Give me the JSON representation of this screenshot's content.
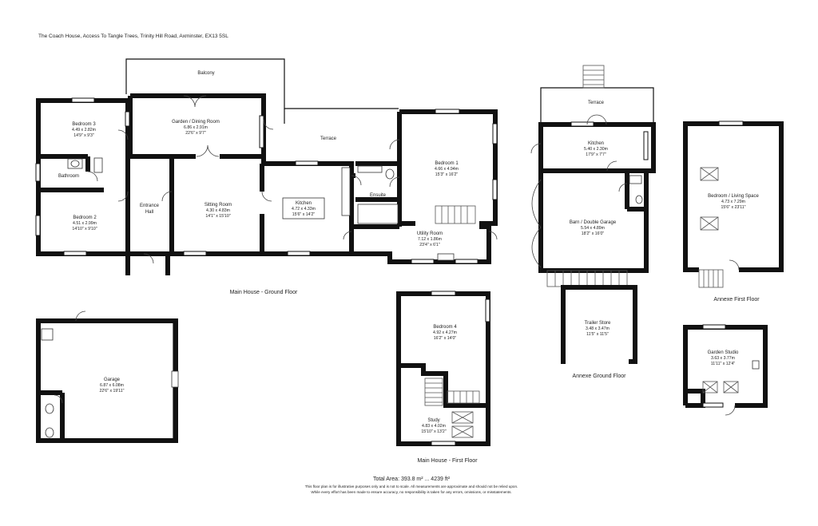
{
  "header": {
    "address": "The Coach House, Access To Tangle Trees, Trinity Hill Road, Axminster, EX13 5SL"
  },
  "floors": {
    "main_ground": "Main House - Ground Floor",
    "main_first": "Main House - First Floor",
    "annexe_ground": "Annexe Ground Floor",
    "annexe_first": "Annexe First Floor"
  },
  "rooms": {
    "balcony": {
      "name": "Balcony"
    },
    "terrace_main": {
      "name": "Terrace"
    },
    "bedroom3": {
      "name": "Bedroom 3",
      "metric": "4.49 x 2.82m",
      "imperial": "14'9\" x 9'3\""
    },
    "garden_dining": {
      "name": "Garden / Dining Room",
      "metric": "6.86 x 2.91m",
      "imperial": "22'6\" x 9'7\""
    },
    "bathroom": {
      "name": "Bathroom"
    },
    "bedroom2": {
      "name": "Bedroom 2",
      "metric": "4.51 x 2.99m",
      "imperial": "14'10\" x 9'10\""
    },
    "entrance_hall": {
      "line1": "Entrance",
      "line2": "Hall"
    },
    "sitting_room": {
      "name": "Sitting Room",
      "metric": "4.30 x 4.83m",
      "imperial": "14'1\" x 15'10\""
    },
    "kitchen_main": {
      "name": "Kitchen",
      "metric": "4.72 x 4.33m",
      "imperial": "15'6\" x 14'2\""
    },
    "ensuite": {
      "name": "Ensuite"
    },
    "bedroom1": {
      "name": "Bedroom 1",
      "metric": "4.66 x 4.94m",
      "imperial": "15'3\" x 16'2\""
    },
    "utility": {
      "name": "Utility Room",
      "metric": "7.12 x 1.86m",
      "imperial": "23'4\" x 6'1\""
    },
    "garage": {
      "name": "Garage",
      "metric": "6.87 x 6.08m",
      "imperial": "22'6\" x 19'11\""
    },
    "bedroom4": {
      "name": "Bedroom 4",
      "metric": "4.92 x 4.27m",
      "imperial": "16'2\" x 14'0\""
    },
    "study": {
      "name": "Study",
      "metric": "4.83 x 4.02m",
      "imperial": "15'10\" x 13'2\""
    },
    "terrace_annexe": {
      "name": "Terrace"
    },
    "kitchen_annexe": {
      "name": "Kitchen",
      "metric": "5.40 x 2.30m",
      "imperial": "17'9\" x 7'7\""
    },
    "barn": {
      "name": "Barn / Double Garage",
      "metric": "5.54 x 4.89m",
      "imperial": "18'2\" x 16'0\""
    },
    "trailer_store": {
      "name": "Trailer Store",
      "metric": "3.48 x 3.47m",
      "imperial": "11'5\" x 11'5\""
    },
    "bedroom_living": {
      "name": "Bedroom / Living Space",
      "metric": "4.73 x 7.29m",
      "imperial": "15'6\" x 23'11\""
    },
    "garden_studio": {
      "name": "Garden Studio",
      "metric": "3.63 x 3.77m",
      "imperial": "11'11\" x 12'4\""
    }
  },
  "footer": {
    "total": "Total Area: 393.8 m² ... 4239 ft²",
    "disclaimer1": "This floor plan is for illustrative purposes only and is not to scale. All measurements are approximate and should not be relied upon.",
    "disclaimer2": "While every effort has been made to ensure accuracy, no responsibility is taken for any errors, omissions, or misstatements."
  }
}
